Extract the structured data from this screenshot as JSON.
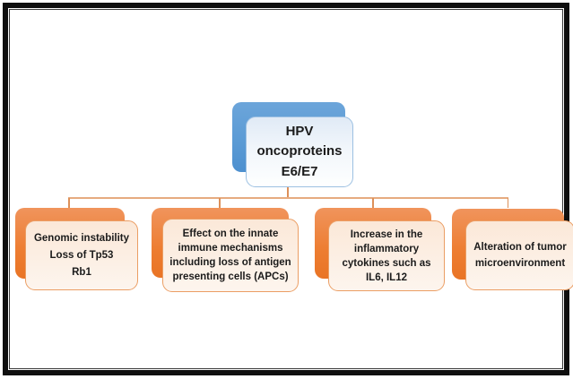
{
  "diagram": {
    "root": {
      "title": "HPV oncoproteins",
      "subtitle": "E6/E7"
    },
    "children": [
      {
        "text": "Genomic instability\nLoss of Tp53\nRb1"
      },
      {
        "text": "Effect on the innate immune mechanisms including loss of antigen presenting cells (APCs)"
      },
      {
        "text": "Increase in the inflammatory cytokines such as IL6, IL12"
      },
      {
        "text": "Alteration of tumor microenvironment"
      }
    ]
  },
  "colors": {
    "frame": "#0f0f0f",
    "accent-blue": "#5b9bd5",
    "accent-blue-light": "#6ca5da",
    "accent-blue-dark": "#4d90cf",
    "root-border": "#9cc0e2",
    "root-fill-top": "#e0eaf6",
    "root-fill-bottom": "#feffff",
    "accent-orange": "#ed7d31",
    "accent-orange-light": "#f0945c",
    "child-border": "#eb9e64",
    "child-fill-top": "#fbe8d8",
    "child-fill-bottom": "#fdf5ee",
    "connector": "#dd9059",
    "connector-light": "#e6ab80",
    "text": "#1b1b1b"
  }
}
